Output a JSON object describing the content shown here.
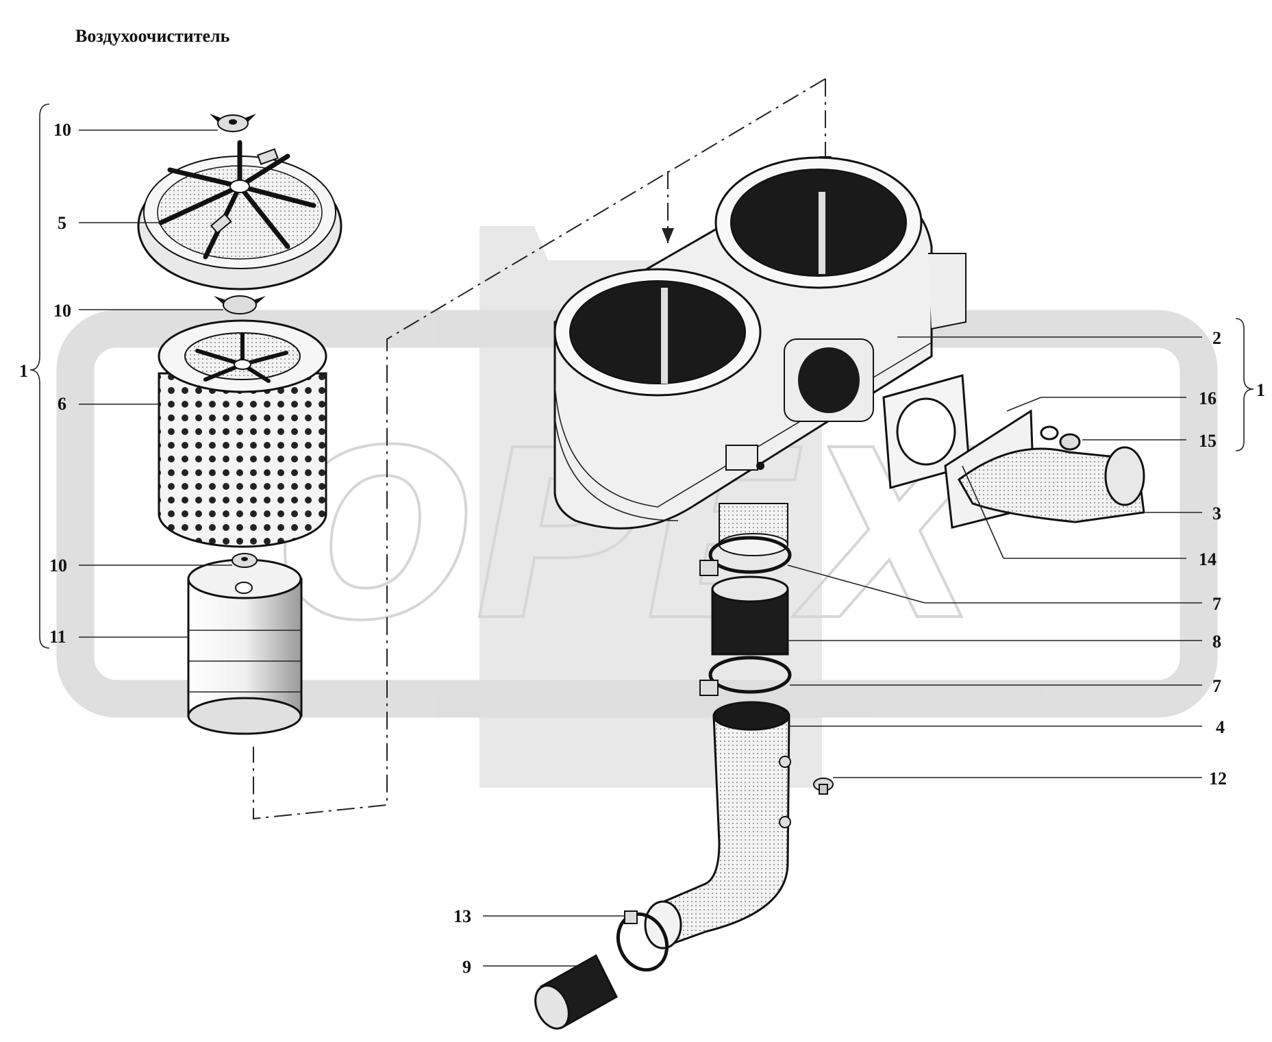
{
  "title": "Воздухоочиститель",
  "watermark": "OPEX",
  "callouts": {
    "c10a": "10",
    "c5": "5",
    "c10b": "10",
    "c1left": "1",
    "c6": "6",
    "c10c": "10",
    "c11": "11",
    "c2": "2",
    "c16": "16",
    "c1right": "1",
    "c15": "15",
    "c3": "3",
    "c14": "14",
    "c7a": "7",
    "c8": "8",
    "c7b": "7",
    "c4": "4",
    "c12": "12",
    "c13": "13",
    "c9": "9"
  },
  "colors": {
    "ink": "#111111",
    "metal": "#f2f2f2",
    "dark": "#1a1a1a",
    "watermark": "#d6d6d6"
  }
}
